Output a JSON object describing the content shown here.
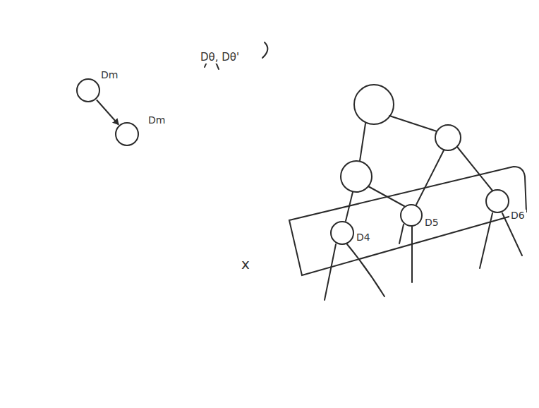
{
  "diagram": {
    "nodes": [
      {
        "text": [
          "Dm"
        ]
      },
      {
        "text": [
          "Dm"
        ]
      },
      {
        "text": [
          "D4"
        ]
      },
      {
        "text": [
          "D5"
        ]
      },
      {
        "text": [
          "D6"
        ]
      }
    ],
    "edges": [
      {
        "from": 0,
        "to": 1,
        "arrow": "to"
      }
    ],
    "labels": [
      "Dθ, Dθ'",
      "x"
    ]
  }
}
